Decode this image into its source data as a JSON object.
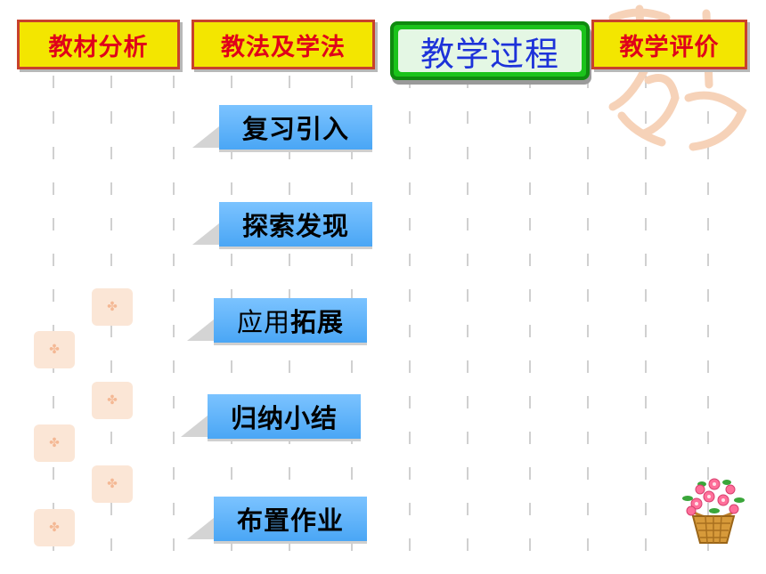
{
  "nav": {
    "tabs": [
      {
        "label": "教材分析"
      },
      {
        "label": "教法及学法"
      },
      {
        "label": "教学过程",
        "active": true
      },
      {
        "label": "教学评价"
      }
    ]
  },
  "process": {
    "steps": [
      {
        "label": "复习引入"
      },
      {
        "label": "探索发现"
      },
      {
        "label_light": "应用",
        "label_bold": "拓展"
      },
      {
        "label": "归纳小结"
      },
      {
        "label": "布置作业"
      }
    ]
  },
  "colors": {
    "tab_bg": "#f3e600",
    "tab_text": "#e0001a",
    "active_tab_bg": "#1bc31b",
    "active_tab_text": "#1d32d9",
    "step_bg": "#5ab3fb"
  },
  "icons": [
    "seal-stamp-icon",
    "flower-basket-icon"
  ]
}
